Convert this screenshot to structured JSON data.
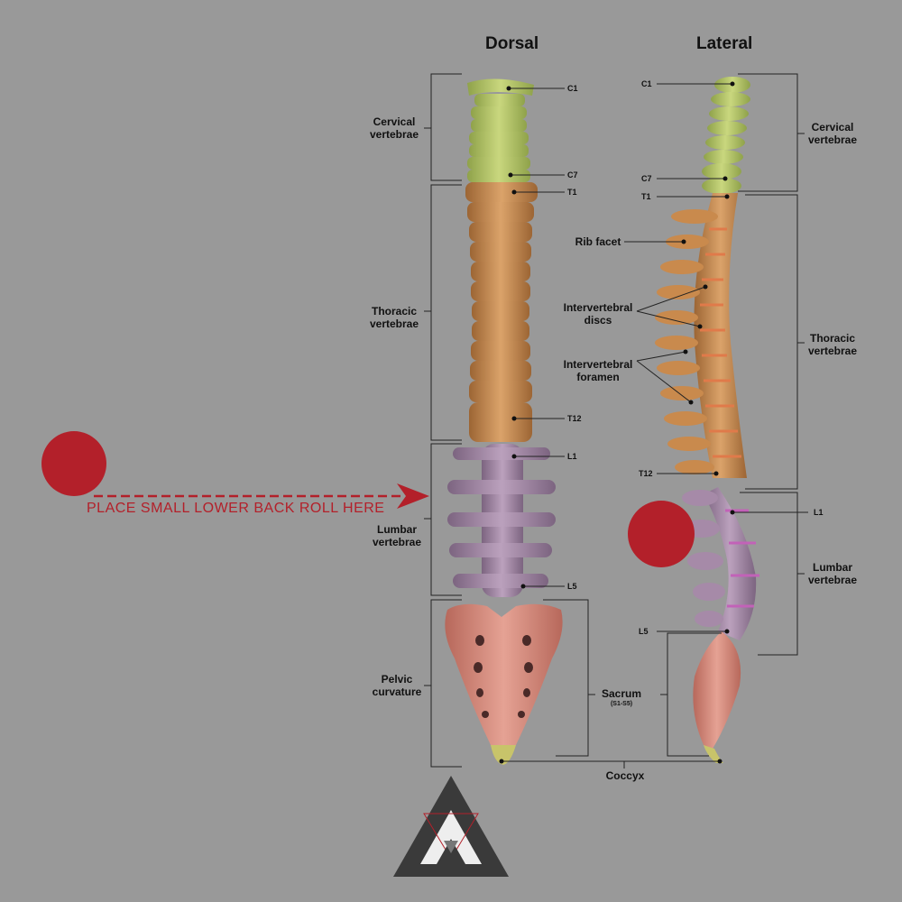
{
  "titles": {
    "dorsal": "Dorsal",
    "lateral": "Lateral"
  },
  "instruction": "PLACE SMALL LOWER BACK ROLL HERE",
  "colors": {
    "background": "#999999",
    "cervical": "#b6c86a",
    "thoracic": "#c98a4d",
    "lumbar": "#a68aa8",
    "sacrum": "#d8897a",
    "marker": "#b3202a",
    "disc": "#e07a4a"
  },
  "dorsal_labels": {
    "cervical": "Cervical\nvertebrae",
    "thoracic": "Thoracic\nvertebrae",
    "lumbar": "Lumbar\nvertebrae",
    "pelvic": "Pelvic\ncurvature",
    "sacrum": "Sacrum",
    "sacrum_sub": "(S1-S5)",
    "c1": "C1",
    "c7": "C7",
    "t1": "T1",
    "t12": "T12",
    "l1": "L1",
    "l5": "L5"
  },
  "lateral_labels": {
    "cervical": "Cervical\nvertebrae",
    "thoracic": "Thoracic\nvertebrae",
    "lumbar": "Lumbar\nvertebrae",
    "rib_facet": "Rib facet",
    "discs": "Intervertebral\ndiscs",
    "foramen": "Intervertebral\nforamen",
    "coccyx": "Coccyx",
    "c1": "C1",
    "c7": "C7",
    "t1": "T1",
    "t12": "T12",
    "l1": "L1",
    "l5": "L5"
  },
  "logo_icon": "triangle-logo-icon"
}
